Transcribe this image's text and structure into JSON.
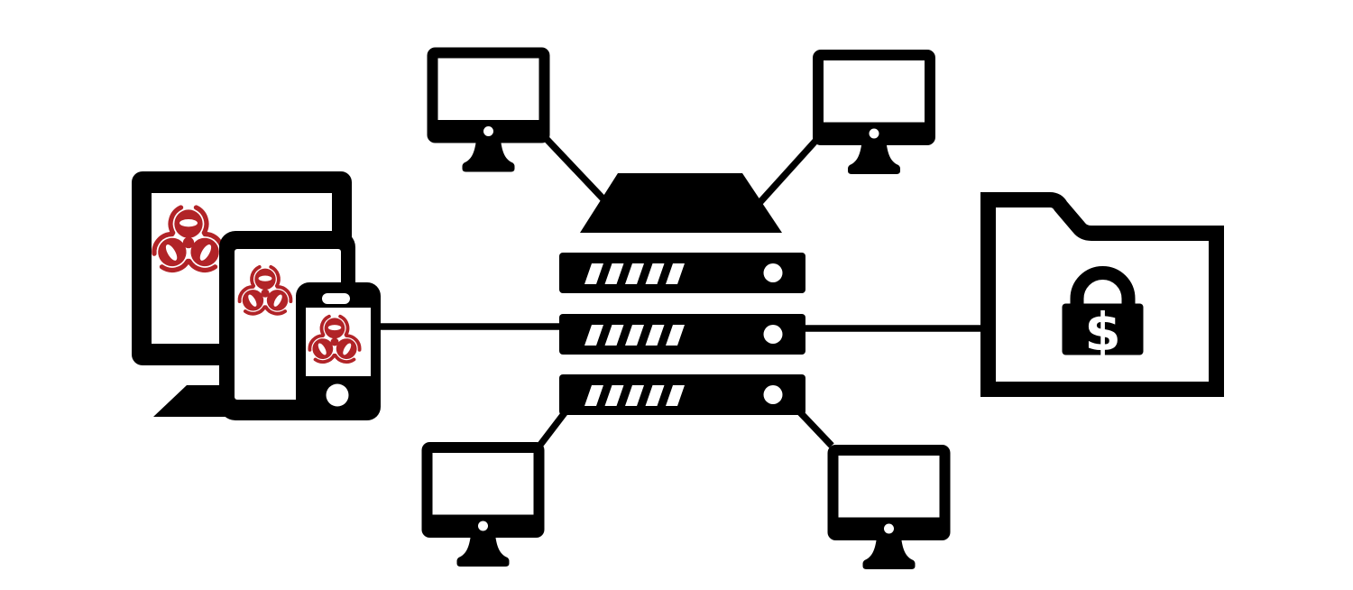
{
  "diagram": {
    "description": "Ransomware attack diagram: malware-infected devices connect through a server network that links workstations to files locked for ransom",
    "colors": {
      "background": "#ffffff",
      "foreground": "#000000",
      "malware_red": "#b12327",
      "screen_white": "#ffffff"
    },
    "nodes": {
      "infected_devices": {
        "name": "infected-devices",
        "items": [
          "desktop-monitor",
          "tablet",
          "smartphone"
        ],
        "overlay_icon": "biohazard-icon",
        "biohazard_count": 3
      },
      "server": {
        "name": "server-rack",
        "rack_units": 3,
        "vents_per_unit": 5,
        "indicator_leds_per_unit": 1
      },
      "workstations": {
        "name": "workstation-monitors",
        "count": 4,
        "positions": [
          "top-left",
          "top-right",
          "bottom-left",
          "bottom-right"
        ]
      },
      "ransom_folder": {
        "name": "locked-folder",
        "icon": "padlock-icon",
        "lock_symbol": "$"
      }
    },
    "edges": [
      {
        "from": "workstation-top-left",
        "to": "server-rack"
      },
      {
        "from": "workstation-top-right",
        "to": "server-rack"
      },
      {
        "from": "infected-devices",
        "to": "server-rack"
      },
      {
        "from": "server-rack",
        "to": "locked-folder"
      },
      {
        "from": "workstation-bottom-left",
        "to": "server-rack"
      },
      {
        "from": "workstation-bottom-right",
        "to": "server-rack"
      }
    ]
  }
}
